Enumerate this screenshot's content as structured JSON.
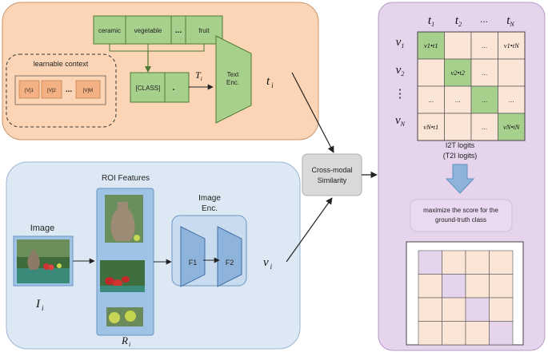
{
  "text_panel": {
    "classes": [
      "ceramic",
      "vegetable",
      "fruit"
    ],
    "ellipsis": "...",
    "learnable_context": "learnable context",
    "context_tokens": [
      "[V]1",
      "[V]2",
      "[V]M"
    ],
    "class_token": "[CLASS]",
    "dot": ".",
    "T_label": "T",
    "T_sub": "i",
    "text_encoder_line1": "Text",
    "text_encoder_line2": "Enc.",
    "t_label": "t",
    "t_sub": "i"
  },
  "image_panel": {
    "image_label": "Image",
    "I_label": "I",
    "I_sub": "i",
    "roi_title": "ROI Features",
    "R_label": "R",
    "R_sub": "i",
    "image_encoder_line1": "Image",
    "image_encoder_line2": "Enc.",
    "f1": "F1",
    "f2": "F2",
    "v_label": "v",
    "v_sub": "i"
  },
  "similarity": {
    "line1": "Cross-modal",
    "line2": "Similarity"
  },
  "logits_panel": {
    "col_headers": [
      "t",
      "t",
      "...",
      "t"
    ],
    "col_subs": [
      "1",
      "2",
      "",
      "N"
    ],
    "row_headers": [
      "v",
      "v",
      "⋮",
      "v"
    ],
    "row_subs": [
      "1",
      "2",
      "",
      "N"
    ],
    "cells": [
      [
        "v1•t1",
        "",
        "...",
        "v1•tN"
      ],
      [
        "",
        "v2•t2",
        "...",
        ""
      ],
      [
        "...",
        "...",
        "...",
        "..."
      ],
      [
        "vN•t1",
        "",
        "...",
        "vN•tN"
      ]
    ],
    "logits_line1": "I2T logits",
    "logits_line2": "(T2I logits)",
    "maximize_line1": "maximize the score for the",
    "maximize_line2": "ground-truth class"
  },
  "colors": {
    "text_panel_bg": "#fbd5b5",
    "image_panel_bg": "#dce9f5",
    "logits_panel_bg": "#e5d4ec",
    "green": "#a8d08d",
    "peach": "#fbe5d6",
    "blue_box": "#b4cde8",
    "arrow_blue": "#8fb4dc"
  }
}
